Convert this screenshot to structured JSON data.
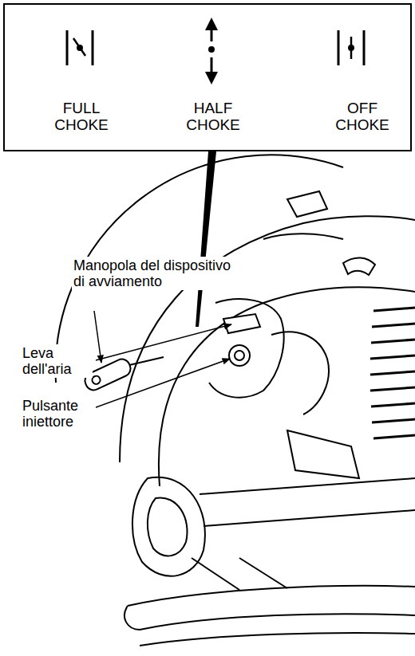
{
  "diagram": {
    "nodes": [
      {
        "text": [
          "FULL CHOKE",
          "HALF CHOKE",
          "OFF CHOKE"
        ]
      }
    ],
    "labels": [
      "Manopola del dispositivo di avviamento",
      "Leva dell'aria",
      "Pulsante iniettore"
    ]
  }
}
